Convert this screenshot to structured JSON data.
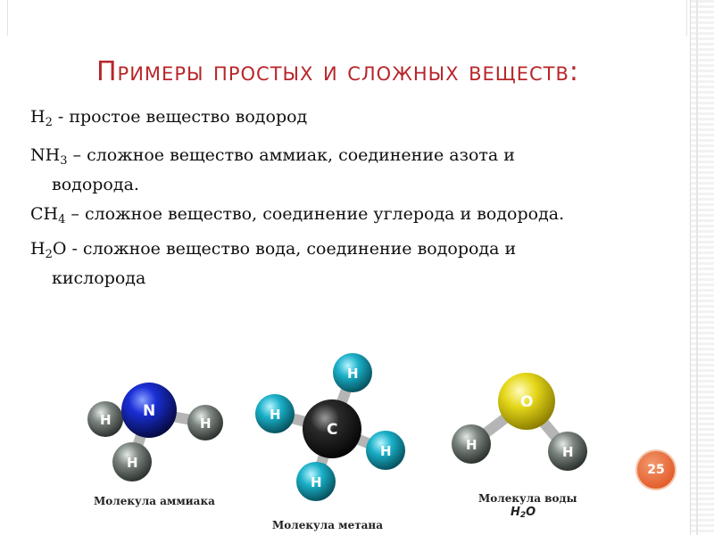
{
  "title": "Примеры простых и сложных веществ:",
  "lines": [
    {
      "formula_a": "H",
      "formula_sub": "2",
      "formula_b": "",
      "text": "  - простое вещество водород",
      "cont": ""
    },
    {
      "formula_a": "NH",
      "formula_sub": "3",
      "formula_b": "",
      "text": " – сложное вещество аммиак, соединение азота и",
      "cont": "водорода."
    },
    {
      "formula_a": "CH",
      "formula_sub": "4",
      "formula_b": "",
      "text": " – сложное вещество, соединение углерода и водорода.",
      "cont": ""
    },
    {
      "formula_a": "H",
      "formula_sub": "2",
      "formula_b": "O",
      "text": "  - сложное вещество вода, соединение водорода и",
      "cont": "кислорода"
    }
  ],
  "molecules": {
    "ammonia": {
      "caption": "Молекула аммиака",
      "center": "N",
      "h": "H"
    },
    "methane": {
      "caption": "Молекула метана",
      "center": "C",
      "h": "H"
    },
    "water": {
      "caption": "Молекула воды",
      "formula_a": "H",
      "formula_sub": "2",
      "formula_b": "O",
      "center": "O",
      "h": "H"
    }
  },
  "page_number": "25",
  "colors": {
    "title": "#b8262b",
    "badge": "#e4602e",
    "nitrogen": "#1a2fd6",
    "hydrogen_cyan": "#1ab0c8",
    "carbon": "#2a2a2a",
    "oxygen": "#e6d81a",
    "hydrogen_gray": "#7d8580"
  }
}
